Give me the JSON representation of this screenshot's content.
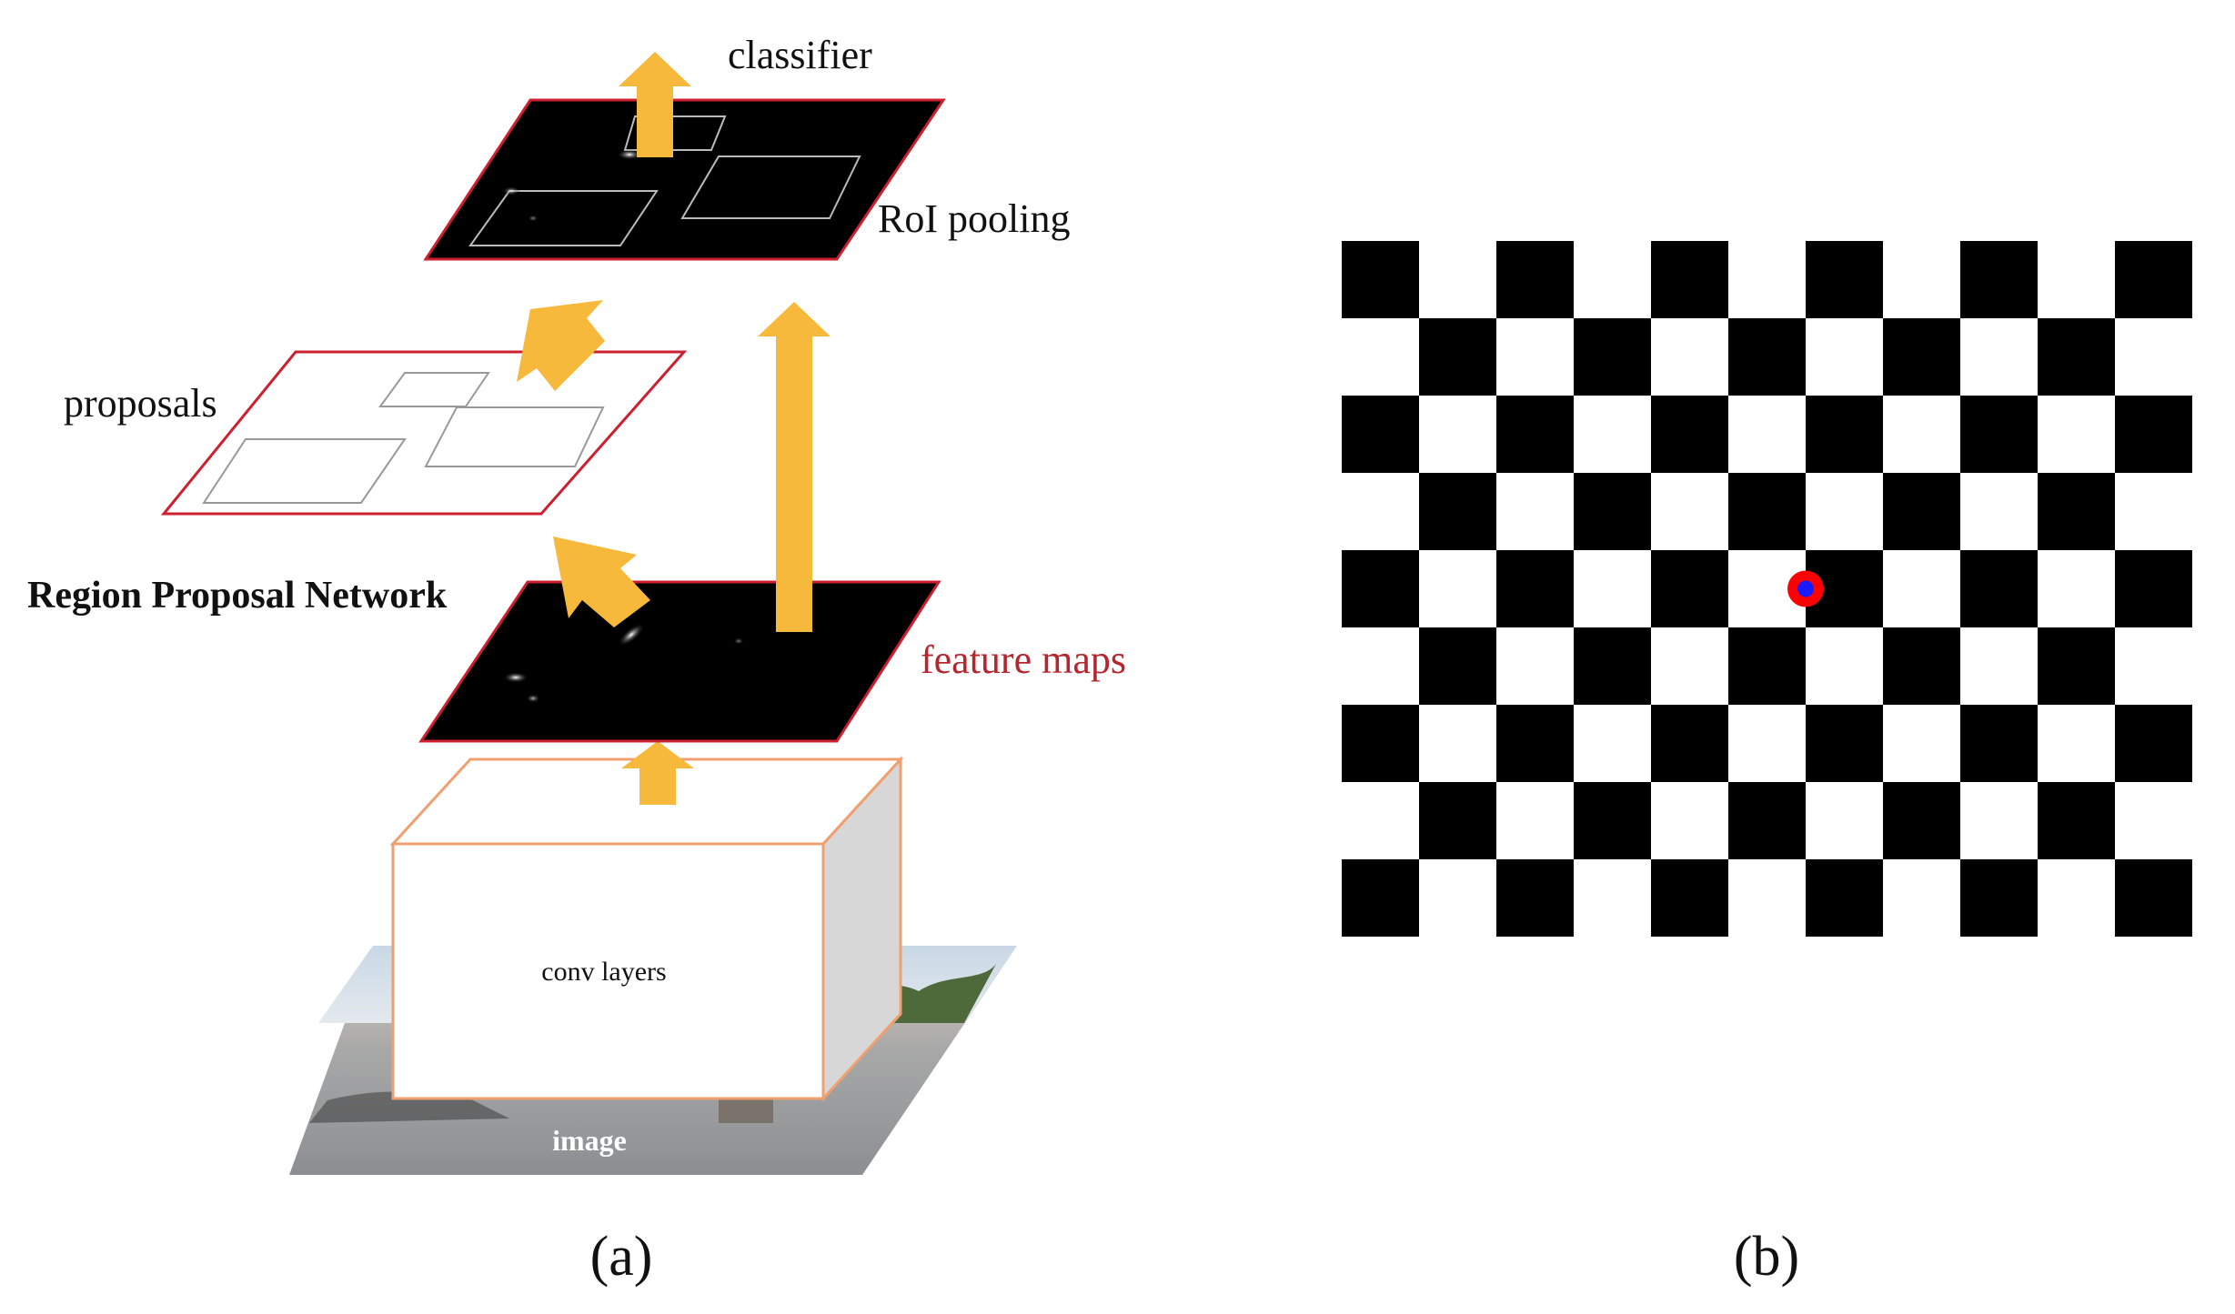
{
  "panel_a": {
    "labels": {
      "classifier": "classifier",
      "roi_pooling": "RoI pooling",
      "proposals": "proposals",
      "rpn": "Region Proposal Network",
      "feature_maps": "feature maps",
      "conv_layers": "conv layers",
      "image": "image"
    },
    "caption": "(a)"
  },
  "panel_b": {
    "grid": {
      "rows": 9,
      "cols": 11
    },
    "marker": {
      "row": 4,
      "col": 5,
      "ring_color": "#ff0000",
      "center_color": "#1a1aff"
    },
    "caption": "(b)"
  },
  "colors": {
    "arrow": "#f6b93b",
    "plane_border": "#cc2030",
    "feature_label": "#b5262e",
    "box_edge": "#f0a070"
  }
}
